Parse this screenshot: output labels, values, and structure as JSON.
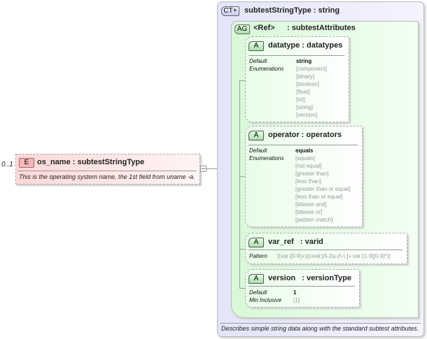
{
  "element": {
    "occurrence": "0..1",
    "badge": "E",
    "title": "os_name : subtestStringType",
    "description": "This is the operating system name, the 1st field from uname -a."
  },
  "complex_type": {
    "badge": "CT+",
    "title": "subtestStringType : string",
    "description": "Describes simple string data along with the standard subtest attributes."
  },
  "attribute_group": {
    "badge": "AG",
    "ref": "<Ref>",
    "title": ": subtestAttributes"
  },
  "attributes": [
    {
      "badge": "A",
      "title": "datatype : datatypes",
      "default_label": "Default",
      "default": "string",
      "enum_label": "Enumerations",
      "enumerations": [
        "[component]",
        "[binary]",
        "[boolean]",
        "[float]",
        "[int]",
        "[string]",
        "[version]"
      ]
    },
    {
      "badge": "A",
      "title": "operator : operators",
      "default_label": "Default",
      "default": "equals",
      "enum_label": "Enumerations",
      "enumerations": [
        "[equals]",
        "[not equal]",
        "[greater than]",
        "[less than]",
        "[greater than or equal]",
        "[less than or equal]",
        "[bitwise and]",
        "[bitwise or]",
        "[pattern match]"
      ]
    },
    {
      "badge": "A",
      "title": "var_ref   : varid",
      "pattern_label": "Pattern",
      "pattern": "[(var-[0-9]+)|(oval:[A-Za-z\\-\\.]+:var:[1-9][0-9]*)]"
    },
    {
      "badge": "A",
      "title": "version   : versionType",
      "default_label": "Default",
      "default": "1",
      "min_label": "Min Inclusive",
      "min": "[1]"
    }
  ],
  "colors": {
    "element_fill": "#ffd8d8",
    "complex_type_fill": "#e4e4fa",
    "group_fill": "#d8f8d8"
  }
}
